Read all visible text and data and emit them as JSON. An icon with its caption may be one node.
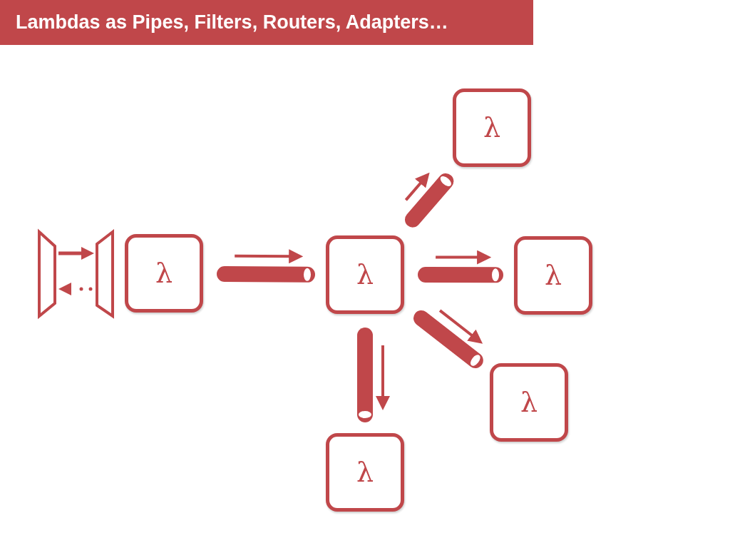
{
  "diagram": {
    "title": "Lambdas as Pipes, Filters, Routers, Adapters…",
    "nodes": [
      {
        "text": [
          "λ"
        ]
      },
      {
        "text": [
          "λ"
        ]
      },
      {
        "text": [
          "λ"
        ]
      },
      {
        "text": [
          "λ"
        ]
      },
      {
        "text": [
          "λ"
        ]
      },
      {
        "text": [
          "λ"
        ]
      },
      {
        "text": [],
        "shape": "cylinder"
      },
      {
        "text": [],
        "shape": "cylinder"
      },
      {
        "text": [],
        "shape": "cylinder"
      },
      {
        "text": [],
        "shape": "cylinder"
      },
      {
        "text": [],
        "shape": "cylinder"
      }
    ]
  }
}
